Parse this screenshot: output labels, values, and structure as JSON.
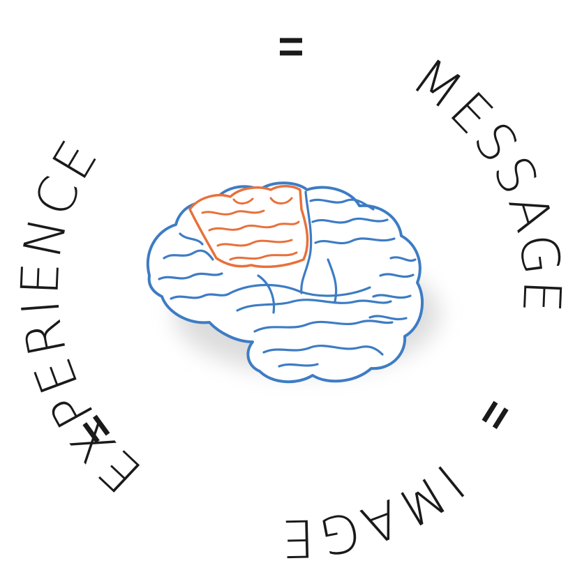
{
  "ring": {
    "words": [
      {
        "text": "MESSAGE"
      },
      {
        "text": "IMAGE"
      },
      {
        "text": "EXPERIENCE"
      }
    ],
    "separator": "="
  },
  "illustration": {
    "subject": "brain",
    "highlighted_region": "frontal-lobe"
  },
  "colors": {
    "background": "#ffffff",
    "text": "#1a1a1a",
    "brain_outline": "#3d7cc4",
    "highlight": "#e8703a",
    "shadow": "#d6d6d6"
  }
}
